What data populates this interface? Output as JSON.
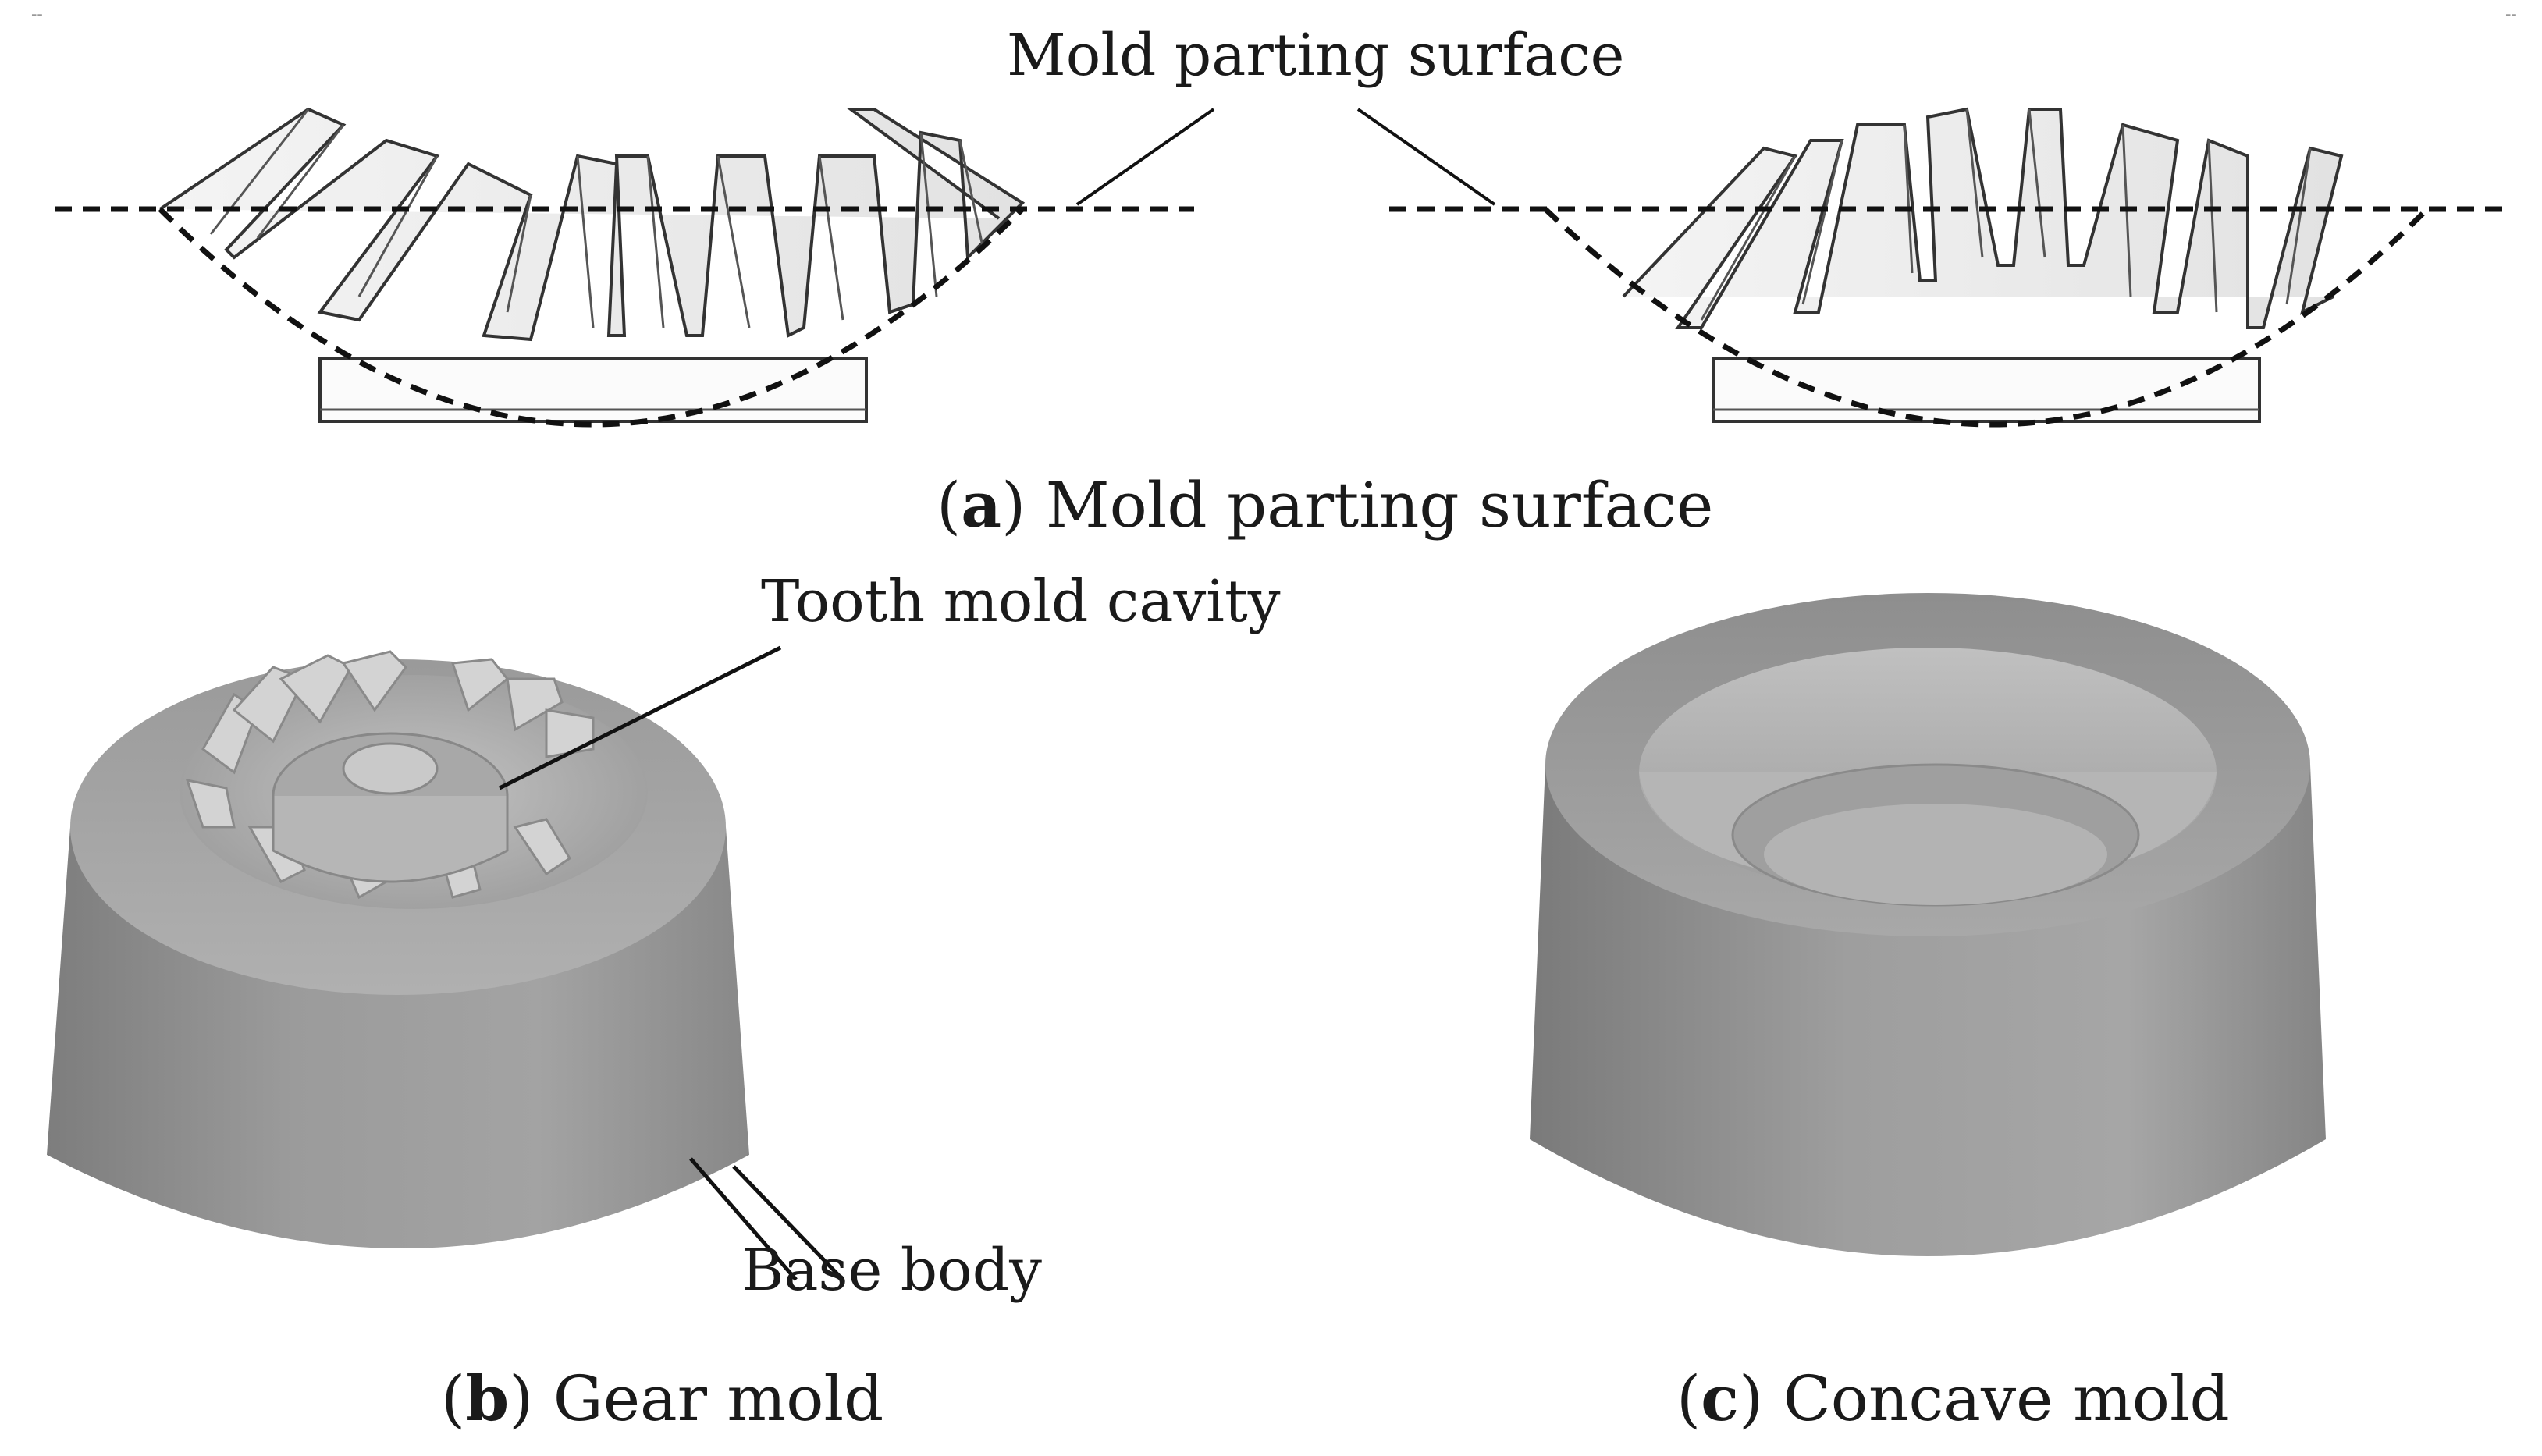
{
  "figure": {
    "panel_a": {
      "letter": "a",
      "caption": "Mold parting surface",
      "annotation": "Mold parting surface"
    },
    "panel_b": {
      "letter": "b",
      "caption": "Gear mold",
      "annotation_cavity": "Tooth mold cavity",
      "annotation_base": "Base body"
    },
    "panel_c": {
      "letter": "c",
      "caption": "Concave mold"
    },
    "corner_marks": {
      "left": "--",
      "right": "--"
    }
  },
  "colors": {
    "line": "#222222",
    "mold_light": "#a9a9a9",
    "mold_mid": "#8c8c8c",
    "mold_dark": "#6e6e6e"
  }
}
